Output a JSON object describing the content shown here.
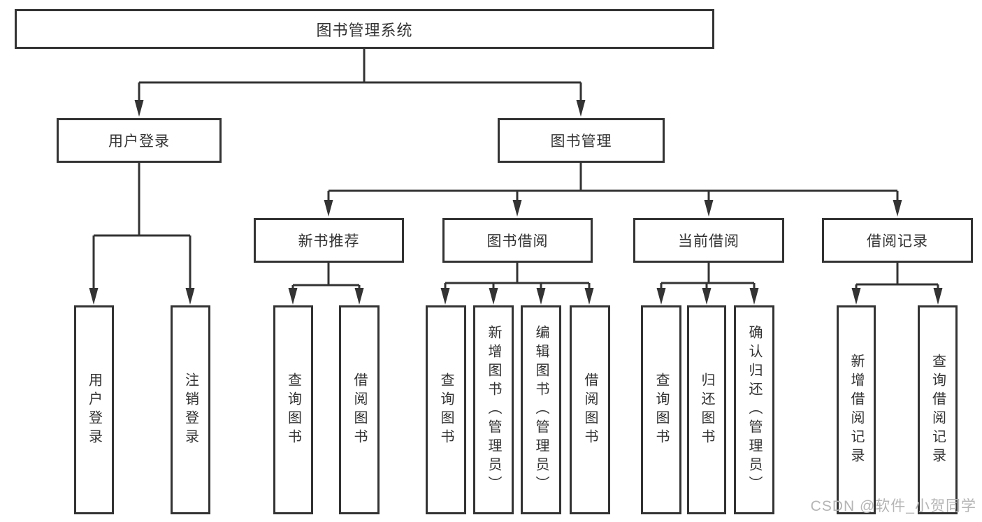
{
  "diagram": {
    "title": "图书管理系统",
    "level1": {
      "user_login": "用户登录",
      "book_management": "图书管理"
    },
    "level2": {
      "new_book_recommend": "新书推荐",
      "book_borrow": "图书借阅",
      "current_borrow": "当前借阅",
      "borrow_records": "借阅记录"
    },
    "leaves": {
      "login": [
        "用户登录",
        "注销登录"
      ],
      "recommend": [
        "查询图书",
        "借阅图书"
      ],
      "borrow": [
        "查询图书",
        "新增图书（管理员）",
        "编辑图书（管理员）",
        "借阅图书"
      ],
      "current": [
        "查询图书",
        "归还图书",
        "确认归还（管理员）"
      ],
      "records": [
        "新增借阅记录",
        "查询借阅记录"
      ]
    }
  },
  "watermark": {
    "text": "CSDN @软件_小贺同学"
  },
  "colors": {
    "line": "#333333",
    "text": "#333333",
    "box_background": "#ffffff",
    "watermark": "#b5b5b5"
  }
}
